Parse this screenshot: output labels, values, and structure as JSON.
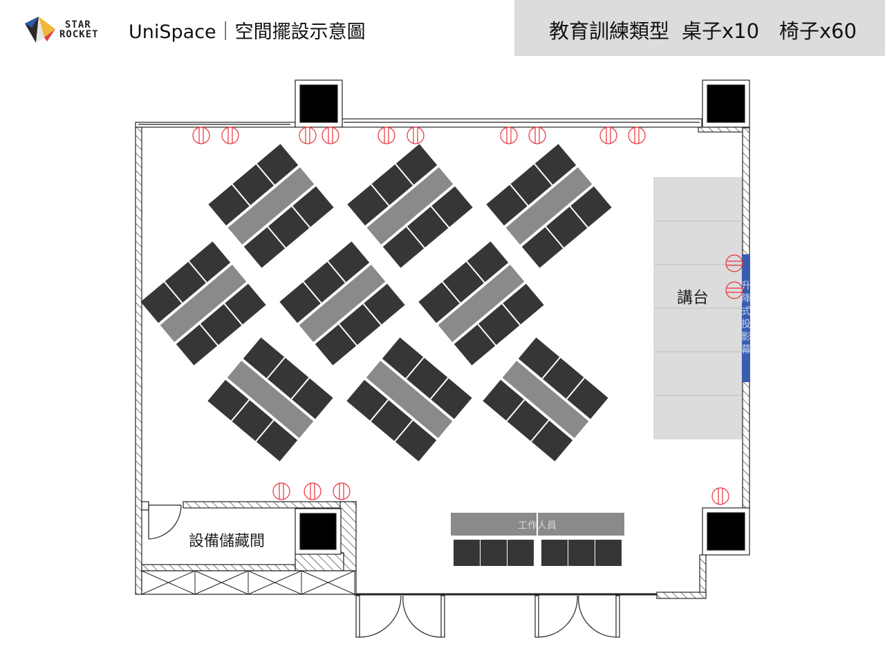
{
  "brand": {
    "line1": "STAR",
    "line2": "ROCKET"
  },
  "title": "UniSpace｜空間擺設示意圖",
  "header": {
    "layout_type": "教育訓練類型",
    "tables": "桌子x10",
    "chairs": "椅子x60"
  },
  "plan": {
    "stage_label": "講台",
    "screen_label": [
      "升",
      "降",
      "式",
      "投",
      "影",
      "幕"
    ],
    "storage_label": "設備儲藏間",
    "staff_label": "工作人員"
  },
  "colors": {
    "chair": "#383536",
    "table": "#8a8a8a",
    "stage": "#dcdcdc",
    "screen": "#3a5db0",
    "outlet": "#e8303a",
    "header_bg": "#dcdcdc"
  }
}
